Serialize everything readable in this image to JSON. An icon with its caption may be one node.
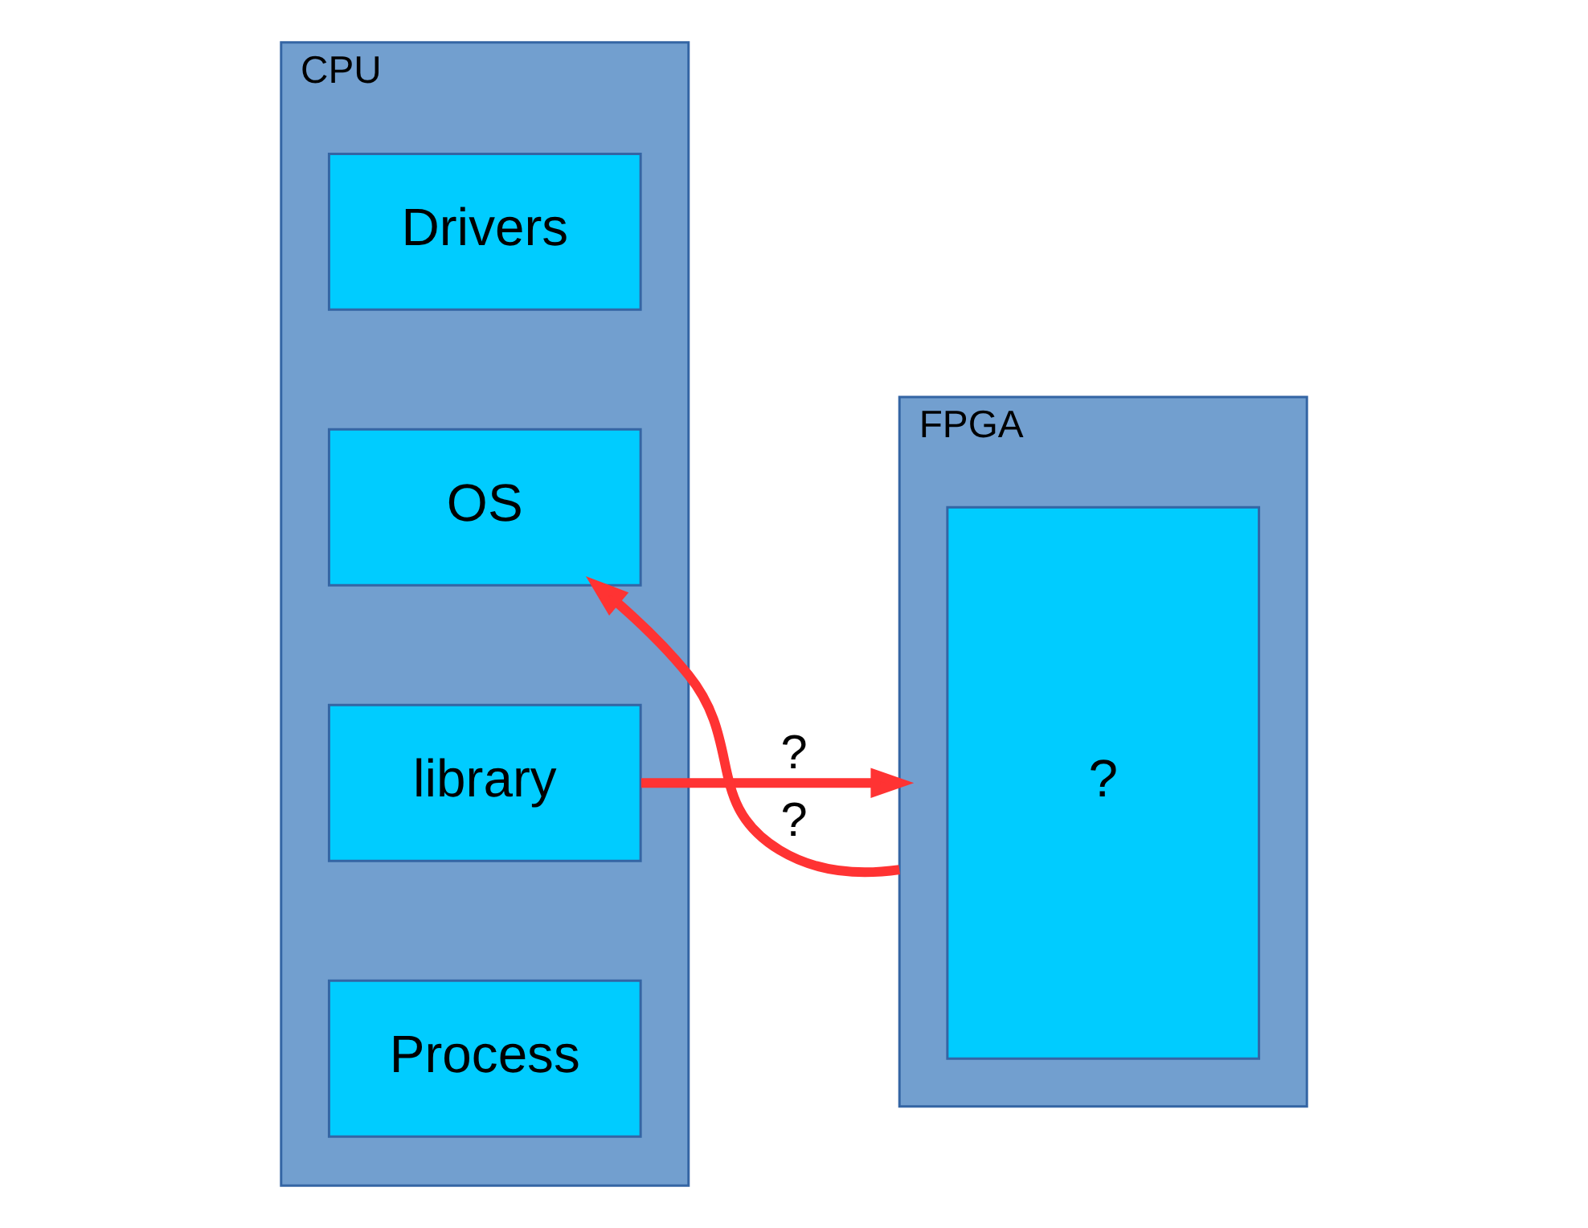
{
  "diagram": {
    "nodes": [
      {
        "text": [
          "CPU"
        ]
      },
      {
        "text": [
          "Process"
        ],
        "in": 0
      },
      {
        "text": [
          "library"
        ],
        "in": 0
      },
      {
        "text": [
          "OS"
        ],
        "in": 0
      },
      {
        "text": [
          "Drivers"
        ],
        "in": 0
      },
      {
        "text": [
          "FPGA"
        ]
      },
      {
        "text": [
          "?"
        ],
        "in": 5
      }
    ],
    "edges": [
      {
        "from": 2,
        "to": 5,
        "arrow": "to",
        "label": "?"
      },
      {
        "from": 5,
        "to": 3,
        "arrow": "to",
        "label": "?"
      }
    ]
  }
}
